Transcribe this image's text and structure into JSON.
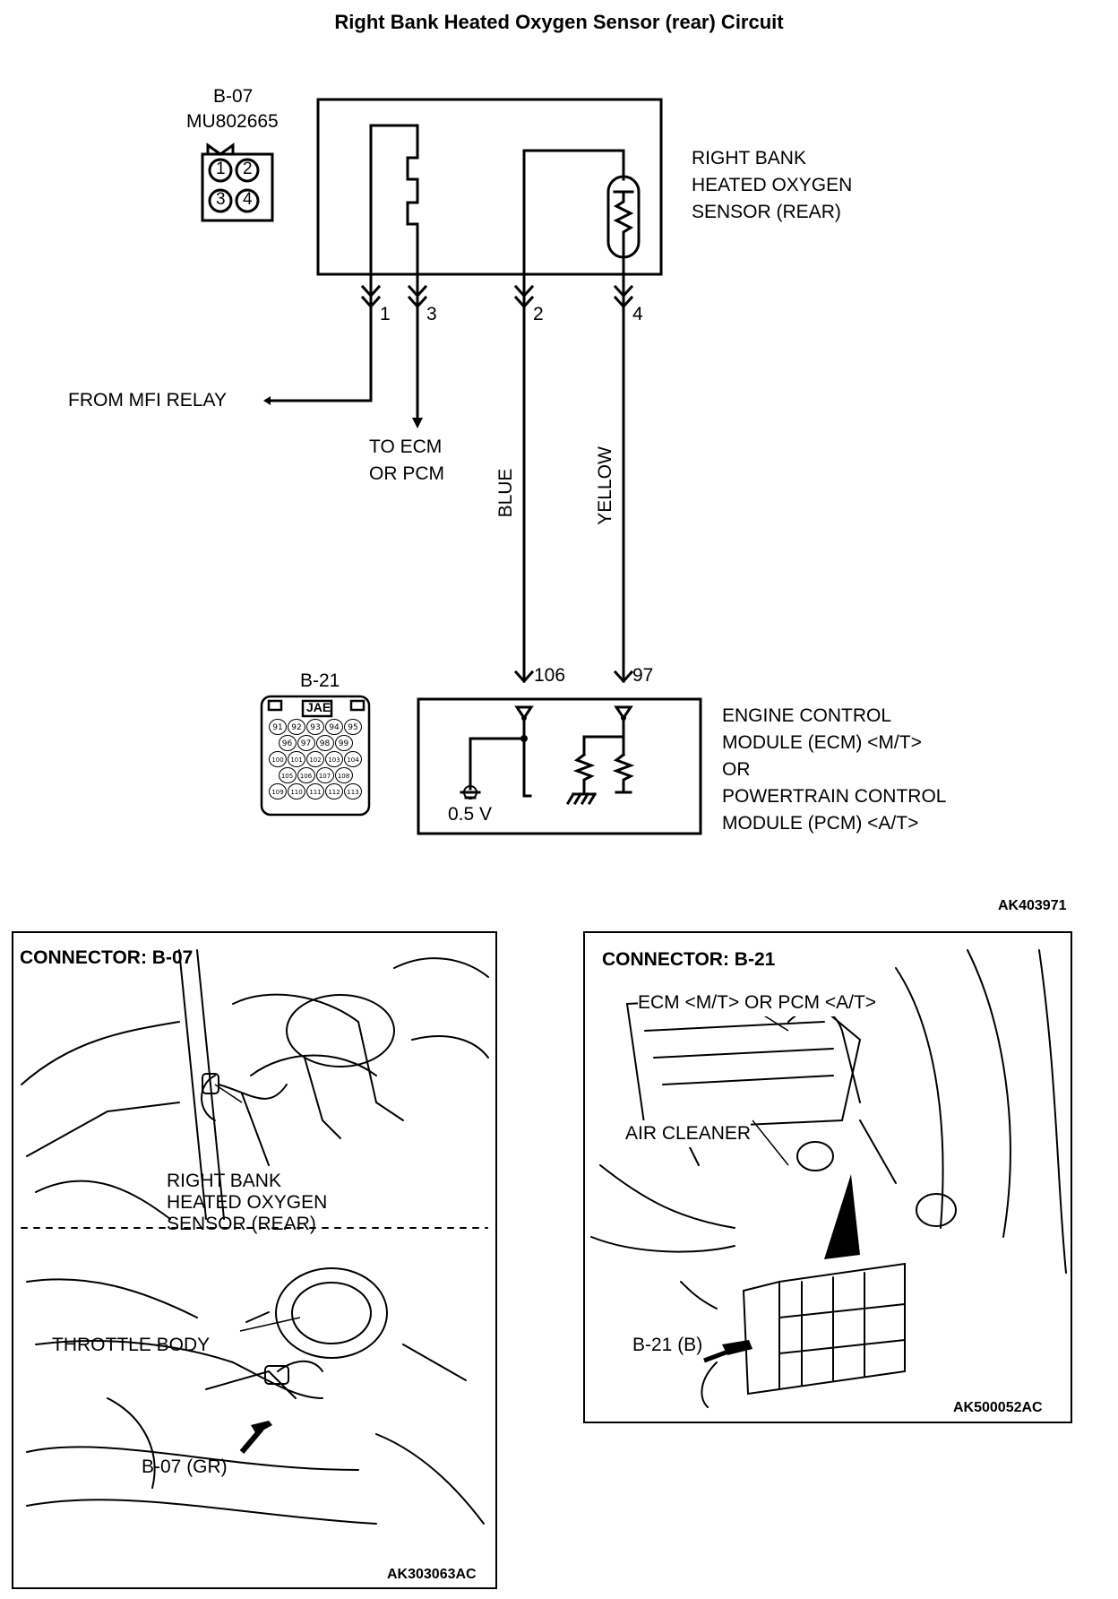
{
  "title": "Right Bank Heated Oxygen Sensor (rear) Circuit",
  "sensor_connector": {
    "name": "B-07",
    "part_number": "MU802665",
    "pins": [
      "1",
      "2",
      "3",
      "4"
    ]
  },
  "sensor_label": [
    "RIGHT BANK",
    "HEATED OXYGEN",
    "SENSOR (REAR)"
  ],
  "terminals": {
    "t1": "1",
    "t3": "3",
    "t2": "2",
    "t4": "4"
  },
  "from_mfi_relay": "FROM MFI RELAY",
  "to_ecm": [
    "TO ECM",
    "OR PCM"
  ],
  "wire_colors": {
    "blue": "BLUE",
    "yellow": "YELLOW"
  },
  "ecm_terminals": {
    "t106": "106",
    "t97": "97"
  },
  "ecm_connector": {
    "name": "B-21",
    "brand": "JAE",
    "rows": [
      [
        "91",
        "92",
        "93",
        "94",
        "95"
      ],
      [
        "96",
        "97",
        "98",
        "99"
      ],
      [
        "100",
        "101",
        "102",
        "103",
        "104"
      ],
      [
        "105",
        "106",
        "107",
        "108"
      ],
      [
        "109",
        "110",
        "111",
        "112",
        "113"
      ]
    ]
  },
  "voltage": "0.5 V",
  "ecm_label": [
    "ENGINE CONTROL",
    "MODULE (ECM) <M/T>",
    "OR",
    "POWERTRAIN CONTROL",
    "MODULE (PCM) <A/T>"
  ],
  "diagram_code": "AK403971",
  "panel_left": {
    "heading": "CONNECTOR: B-07",
    "sensor_callout": [
      "RIGHT BANK",
      "HEATED OXYGEN",
      "SENSOR (REAR)"
    ],
    "throttle": "THROTTLE BODY",
    "connector_callout": "B-07 (GR)",
    "code": "AK303063AC"
  },
  "panel_right": {
    "heading": "CONNECTOR: B-21",
    "ecm_callout": "ECM <M/T> OR PCM <A/T>",
    "air_cleaner": "AIR CLEANER",
    "connector_callout": "B-21 (B)",
    "code": "AK500052AC"
  }
}
